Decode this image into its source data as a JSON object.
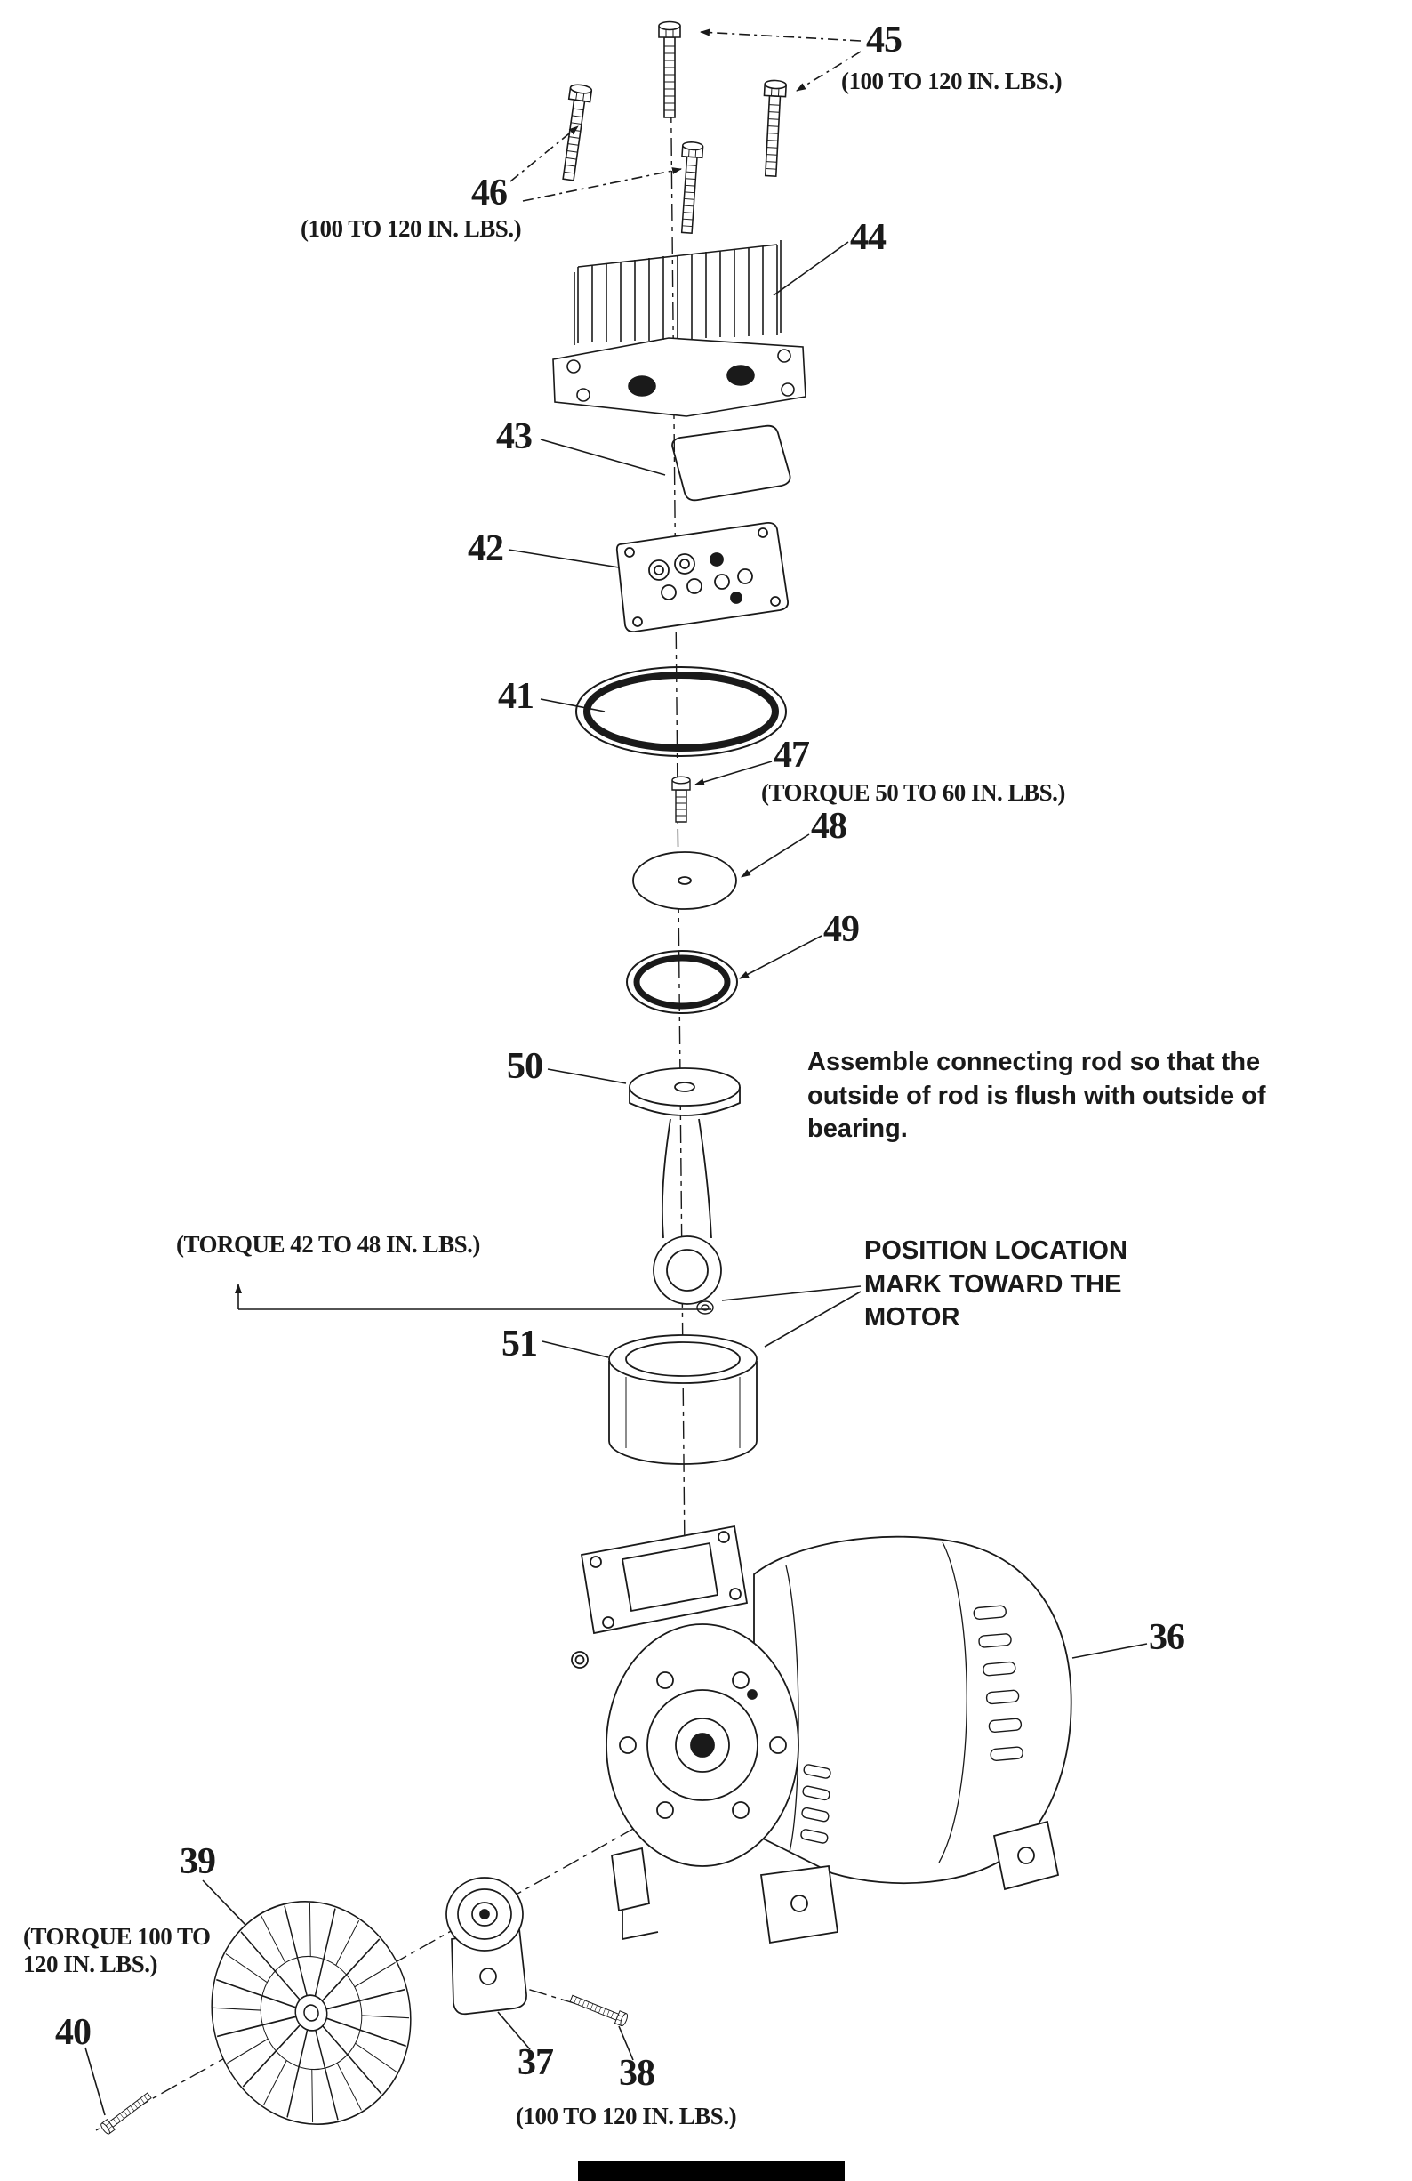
{
  "page": {
    "background": "#ffffff",
    "ink": "#1a1a1a"
  },
  "callouts": {
    "c36": {
      "num": "36"
    },
    "c37": {
      "num": "37"
    },
    "c38": {
      "num": "38",
      "note": "(100 TO 120 IN. LBS.)"
    },
    "c39": {
      "num": "39"
    },
    "c40": {
      "num": "40",
      "note": "(TORQUE 100 TO 120 IN. LBS.)"
    },
    "c41": {
      "num": "41"
    },
    "c42": {
      "num": "42"
    },
    "c43": {
      "num": "43"
    },
    "c44": {
      "num": "44"
    },
    "c45": {
      "num": "45",
      "note": "(100 TO 120 IN. LBS.)"
    },
    "c46": {
      "num": "46",
      "note": "(100 TO 120 IN. LBS.)"
    },
    "c47": {
      "num": "47",
      "note": "(TORQUE 50 TO 60 IN. LBS.)"
    },
    "c48": {
      "num": "48"
    },
    "c49": {
      "num": "49"
    },
    "c50": {
      "num": "50"
    },
    "c51": {
      "num": "51"
    }
  },
  "notes": {
    "connecting_rod": "Assemble connecting rod so that the outside of rod is flush with outside of bearing.",
    "rod_torque": "(TORQUE 42 TO 48 IN. LBS.)",
    "position_mark": "POSITION LOCATION MARK TOWARD THE MOTOR"
  }
}
